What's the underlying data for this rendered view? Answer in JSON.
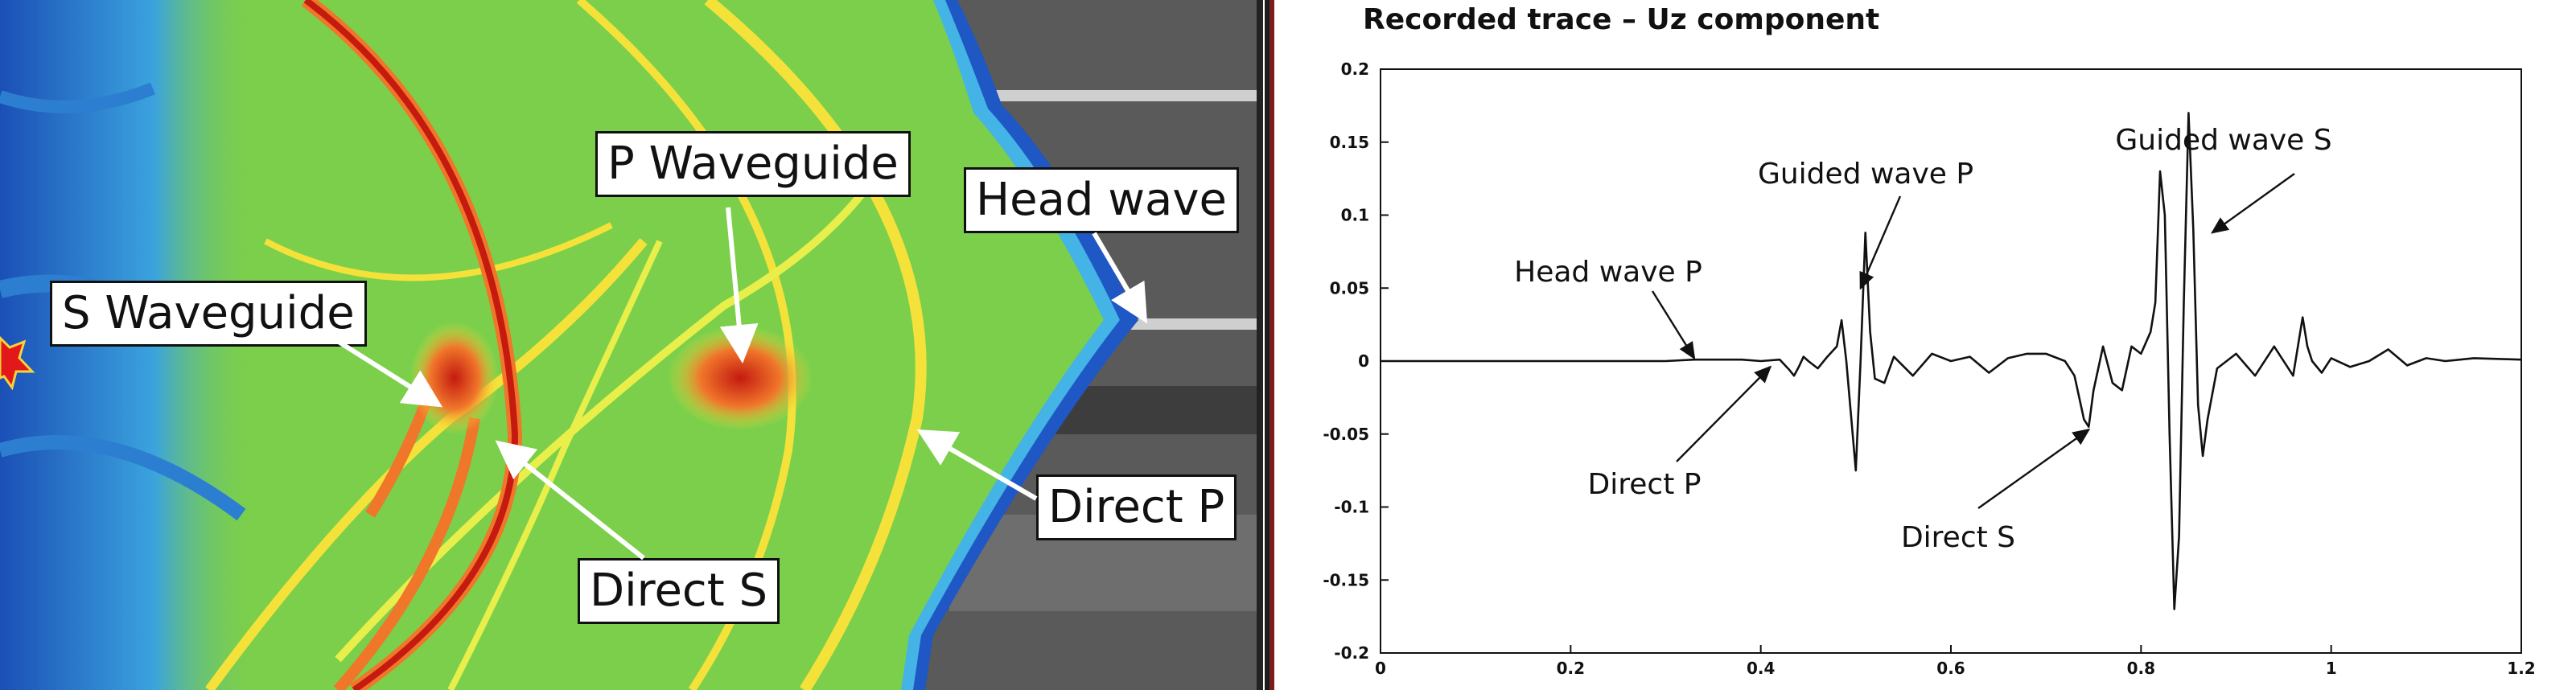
{
  "simulation": {
    "labels": {
      "p_waveguide": "P Waveguide",
      "head_wave": "Head wave",
      "s_waveguide": "S Waveguide",
      "direct_p": "Direct P",
      "direct_s": "Direct S"
    },
    "colors": {
      "field": "#7ccf4a",
      "wavefront": "#f4e23a",
      "hot": "#d62a1a",
      "cold": "#2f86d6",
      "deep": "#123a9e",
      "rock": "#5a5a5a"
    }
  },
  "chart_data": {
    "type": "line",
    "title": "Recorded trace – Uz component",
    "xlabel": "",
    "ylabel": "",
    "xlim": [
      0,
      1.2
    ],
    "ylim": [
      -0.2,
      0.2
    ],
    "xticks": [
      "0",
      "0.2",
      "0.4",
      "0.6",
      "0.8",
      "1",
      "1.2"
    ],
    "yticks": [
      "0.2",
      "0.15",
      "0.1",
      "0.05",
      "0",
      "-0.05",
      "-0.1",
      "-0.15",
      "-0.2"
    ],
    "grid": false,
    "series": [
      {
        "x": [
          0,
          0.3,
          0.33,
          0.38,
          0.4,
          0.42,
          0.43,
          0.435,
          0.44,
          0.445,
          0.45,
          0.46,
          0.47,
          0.48,
          0.485,
          0.49,
          0.5,
          0.505,
          0.51,
          0.515,
          0.52,
          0.53,
          0.54,
          0.56,
          0.58,
          0.6,
          0.62,
          0.64,
          0.66,
          0.68,
          0.7,
          0.72,
          0.73,
          0.74,
          0.745,
          0.75,
          0.76,
          0.77,
          0.78,
          0.79,
          0.8,
          0.81,
          0.815,
          0.82,
          0.825,
          0.83,
          0.835,
          0.84,
          0.845,
          0.85,
          0.855,
          0.86,
          0.865,
          0.87,
          0.88,
          0.9,
          0.92,
          0.94,
          0.96,
          0.97,
          0.975,
          0.98,
          0.99,
          1.0,
          1.02,
          1.04,
          1.06,
          1.08,
          1.1,
          1.12,
          1.15,
          1.2
        ],
        "values": [
          0,
          0,
          0.001,
          0.001,
          0.0,
          0.001,
          -0.006,
          -0.01,
          -0.004,
          0.003,
          0.0,
          -0.005,
          0.003,
          0.01,
          0.028,
          0.0,
          -0.075,
          0.0,
          0.088,
          0.02,
          -0.012,
          -0.015,
          0.003,
          -0.01,
          0.005,
          0.0,
          0.003,
          -0.008,
          0.002,
          0.005,
          0.005,
          0.0,
          -0.01,
          -0.04,
          -0.045,
          -0.02,
          0.01,
          -0.015,
          -0.02,
          0.01,
          0.005,
          0.02,
          0.04,
          0.13,
          0.1,
          -0.05,
          -0.17,
          -0.12,
          0.04,
          0.17,
          0.09,
          -0.03,
          -0.065,
          -0.04,
          -0.005,
          0.005,
          -0.01,
          0.01,
          -0.01,
          0.03,
          0.01,
          0.0,
          -0.008,
          0.002,
          -0.004,
          0.0,
          0.008,
          -0.003,
          0.002,
          0.0,
          0.002,
          0.001
        ]
      }
    ],
    "annotations": [
      {
        "label": "Guided wave S",
        "target": [
          0.875,
          0.088
        ]
      },
      {
        "label": "Guided wave P",
        "target": [
          0.505,
          0.05
        ]
      },
      {
        "label": "Head wave P",
        "target": [
          0.33,
          0.002
        ]
      },
      {
        "label": "Direct P",
        "target": [
          0.41,
          -0.004
        ]
      },
      {
        "label": "Direct S",
        "target": [
          0.745,
          -0.047
        ]
      }
    ]
  }
}
